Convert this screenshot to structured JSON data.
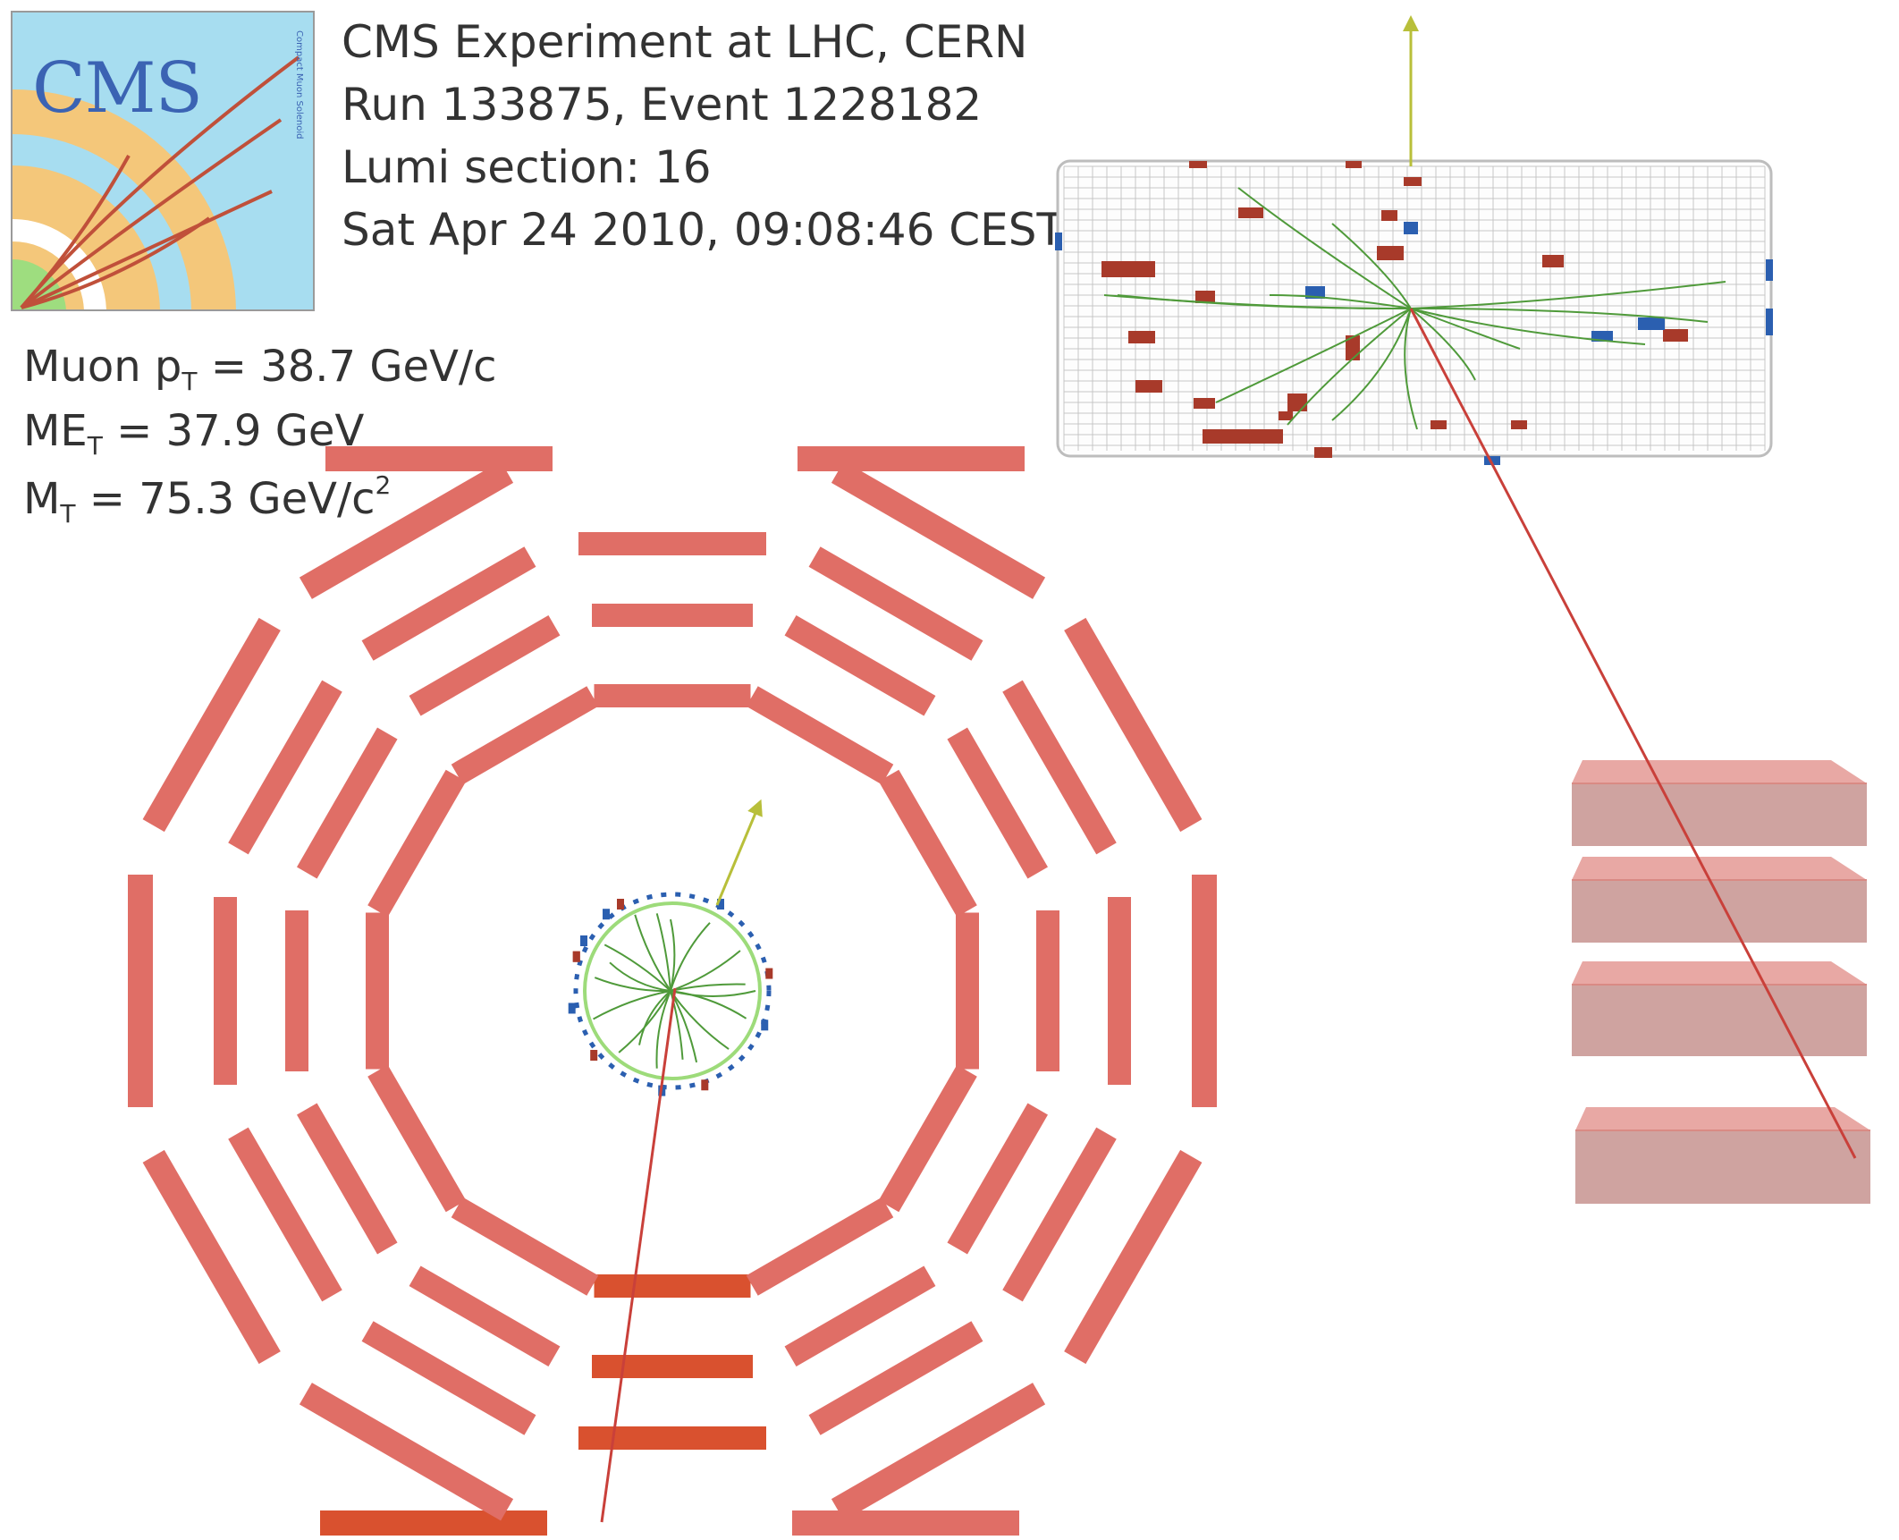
{
  "logo": {
    "text": "CMS",
    "subtitle": "Compact Muon Solenoid",
    "colors": {
      "sky": "#a7ddf0",
      "ring": "#f4c77a",
      "core": "#9edd7f",
      "tracks": "#c0503a",
      "text": "#3b63b3"
    }
  },
  "event_info": {
    "line1": "CMS Experiment at LHC, CERN",
    "line2": "Run 133875, Event 1228182",
    "line3": "Lumi section: 16",
    "line4": "Sat Apr 24 2010, 09:08:46 CEST"
  },
  "kinematics": {
    "muon_pt": {
      "base": "Muon p",
      "sub": "T",
      "rest": " = 38.7 GeV/c"
    },
    "met": {
      "base": "ME",
      "sub": "T",
      "rest": " = 37.9 GeV"
    },
    "mt": {
      "base": "M",
      "sub": "T",
      "rest": " = 75.3 GeV/c",
      "sup": "2"
    }
  },
  "colors": {
    "muon_chamber": "#e06e66",
    "muon_chamber_hit": "#d9512f",
    "track": "#4f9a3a",
    "muon_track": "#c9403a",
    "met_arrow": "#b8bf3a",
    "calo_red": "#a83a2a",
    "calo_blue": "#2b5fb0",
    "barrel_grid": "#c7c7c7",
    "endcap_top": "#e8a8a4",
    "endcap_side": "#cfa3a0"
  }
}
